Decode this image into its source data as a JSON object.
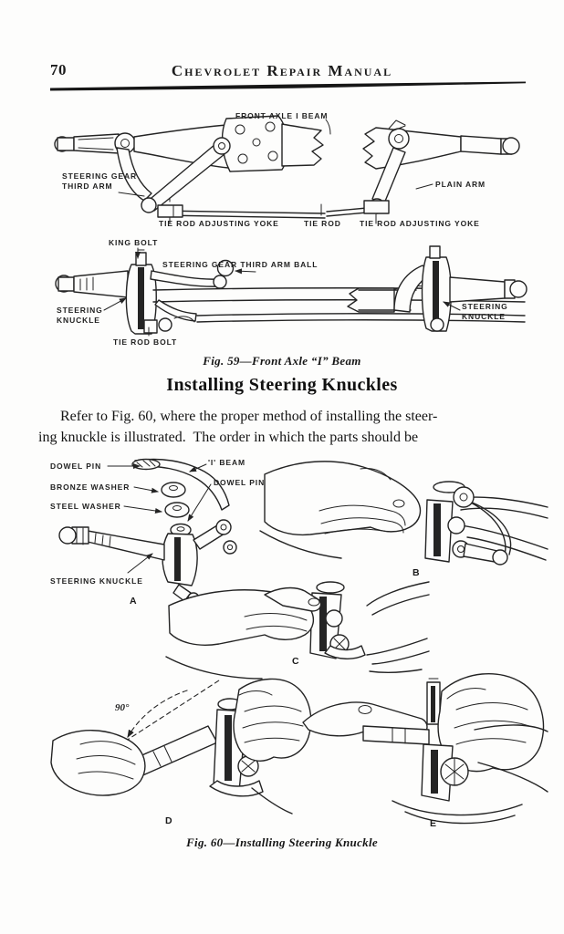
{
  "page": {
    "number": "70",
    "header_title": "Chevrolet Repair Manual"
  },
  "colors": {
    "paper": "#fdfdfc",
    "ink": "#242424"
  },
  "fig59": {
    "caption": "Fig. 59—Front Axle “I” Beam",
    "labels": {
      "front_axle_i_beam": "FRONT AXLE I BEAM",
      "steering_gear_third_arm": "STEERING GEAR\nTHIRD ARM",
      "plain_arm": "PLAIN ARM",
      "tie_rod_adjusting_yoke_left": "TIE ROD ADJUSTING YOKE",
      "tie_rod": "TIE ROD",
      "tie_rod_adjusting_yoke_right": "TIE ROD ADJUSTING YOKE",
      "king_bolt": "KING BOLT",
      "steering_gear_third_arm_ball": "STEERING GEAR THIRD ARM BALL",
      "steering_knuckle_left": "STEERING\nKNUCKLE",
      "tie_rod_bolt": "TIE ROD BOLT",
      "steering_knuckle_right": "STEERING\nKNUCKLE"
    }
  },
  "section": {
    "heading": "Installing Steering Knuckles",
    "paragraph": "Refer to Fig. 60, where the proper method of installing the steer-\ning knuckle is illustrated.  The order in which the parts should be"
  },
  "fig60": {
    "caption": "Fig. 60—Installing Steering Knuckle",
    "labels": {
      "dowel_pin_left": "DOWEL PIN",
      "i_beam": "'I' BEAM",
      "dowel_pin_right": "DOWEL PIN",
      "bronze_washer": "BRONZE WASHER",
      "steel_washer": "STEEL WASHER",
      "steering_knuckle": "STEERING KNUCKLE",
      "angle_90": "90°",
      "panel_a": "A",
      "panel_b": "B",
      "panel_c": "C",
      "panel_d": "D",
      "panel_e": "E"
    }
  }
}
